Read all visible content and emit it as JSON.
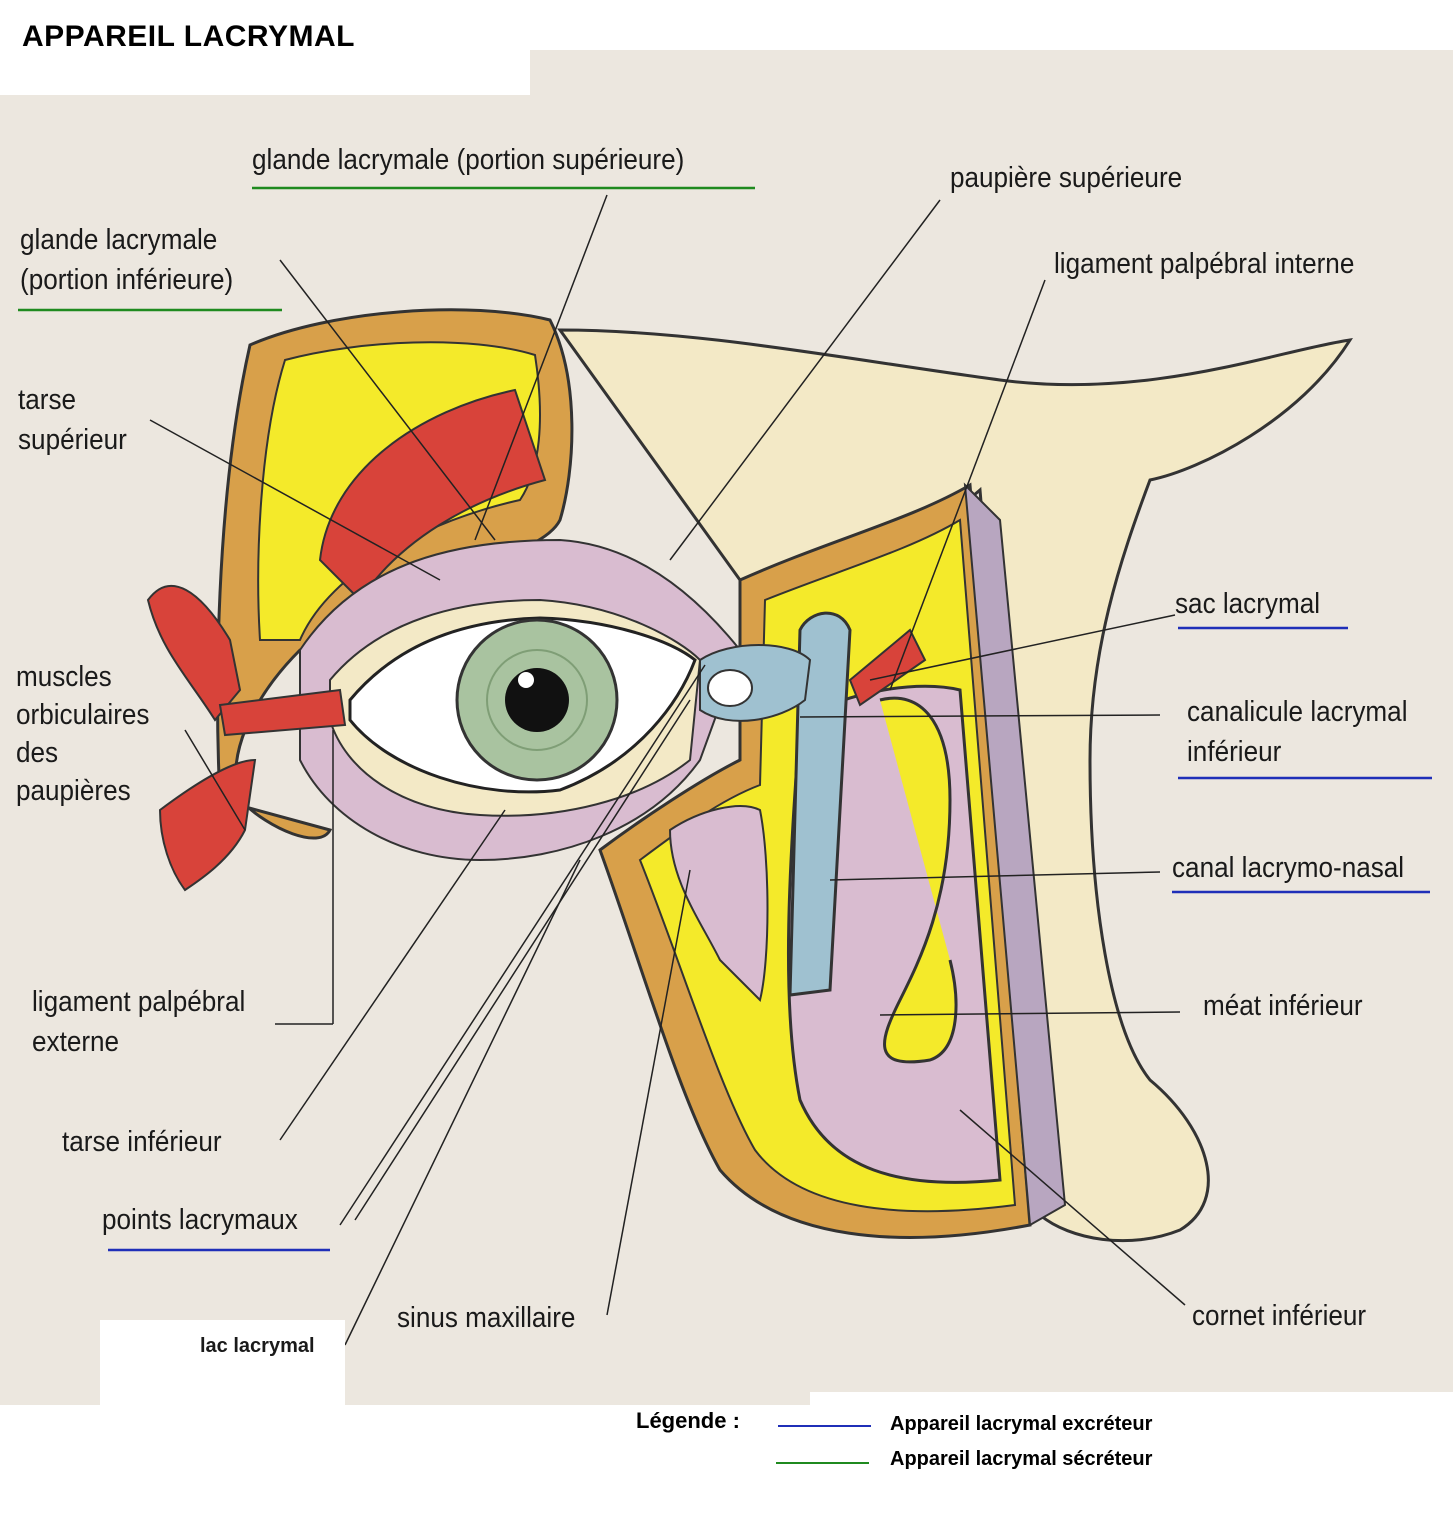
{
  "title": "APPAREIL LACRYMAL",
  "colors": {
    "excretory_underline": "#1f2fb8",
    "secretory_underline": "#1f8a1f",
    "paper": "#eee9e0",
    "skin": "#f3e9c6",
    "bone_orange": "#d8a04a",
    "yellow": "#f4ea2a",
    "muscle_red": "#d8433a",
    "pink": "#d9bcd0",
    "iris": "#a9c3a0",
    "duct_blue": "#9fc1d0"
  },
  "labels": {
    "glande_sup": "glande lacrymale (portion supérieure)",
    "glande_inf_1": "glande lacrymale",
    "glande_inf_2": "(portion inférieure)",
    "tarse_sup_1": "tarse",
    "tarse_sup_2": "supérieur",
    "muscles_1": "muscles",
    "muscles_2": "orbiculaires",
    "muscles_3": "des",
    "muscles_4": "paupières",
    "lig_ext_1": "ligament palpébral",
    "lig_ext_2": "externe",
    "tarse_inf": "tarse inférieur",
    "points": "points lacrymaux",
    "lac": "lac lacrymal",
    "sinus": "sinus maxillaire",
    "paupiere_sup": "paupière supérieure",
    "lig_int": "ligament palpébral interne",
    "sac": "sac lacrymal",
    "canalicule_1": "canalicule lacrymal",
    "canalicule_2": "inférieur",
    "canal": "canal lacrymo-nasal",
    "meat": "méat inférieur",
    "cornet": "cornet inférieur"
  },
  "legend": {
    "title": "Légende :",
    "excretory": "Appareil lacrymal excréteur",
    "secretory": "Appareil lacrymal sécréteur"
  }
}
